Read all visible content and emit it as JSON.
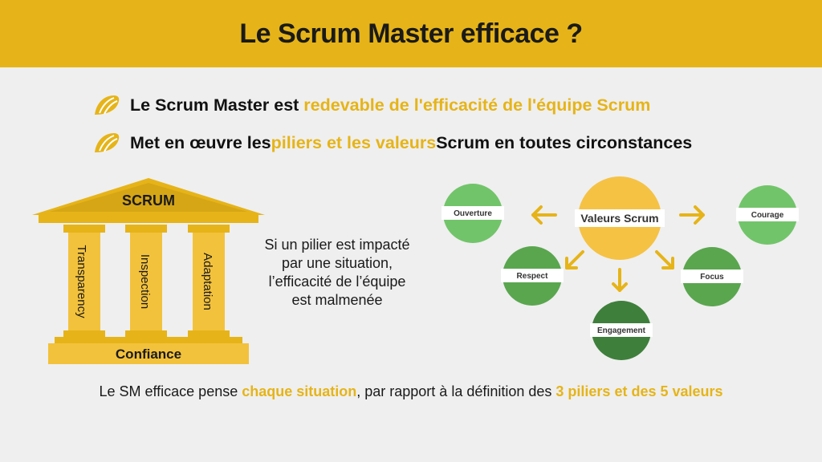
{
  "header": {
    "title": "Le Scrum Master efficace ?"
  },
  "bullets": [
    {
      "prefix": "Le Scrum Master est ",
      "highlight": "redevable de l'efficacité de l'équipe Scrum",
      "suffix": ""
    },
    {
      "prefix": "Met en œuvre les ",
      "highlight": "piliers et les valeurs",
      "suffix": " Scrum en toutes circonstances"
    }
  ],
  "temple": {
    "roof": "SCRUM",
    "pillars": [
      "Transparency",
      "Inspection",
      "Adaptation"
    ],
    "base": "Confiance"
  },
  "side_text": {
    "lines": [
      "Si un pilier est impacté",
      "par une situation,",
      "l’efficacité de l’équipe",
      "est malmenée"
    ]
  },
  "values": {
    "center": "Valeurs Scrum",
    "items": [
      "Ouverture",
      "Courage",
      "Respect",
      "Focus",
      "Engagement"
    ]
  },
  "bottom": {
    "part1": "Le SM efficace pense ",
    "highlight1": "chaque situation",
    "part2": ",  par rapport à la définition des ",
    "highlight2": "3 piliers et des 5 valeurs"
  },
  "colors": {
    "accent": "#e6b418",
    "light_green": "#72c46a",
    "mid_green": "#5aa64f",
    "dark_green": "#3f7f3c",
    "center_circle": "#f5c244"
  }
}
